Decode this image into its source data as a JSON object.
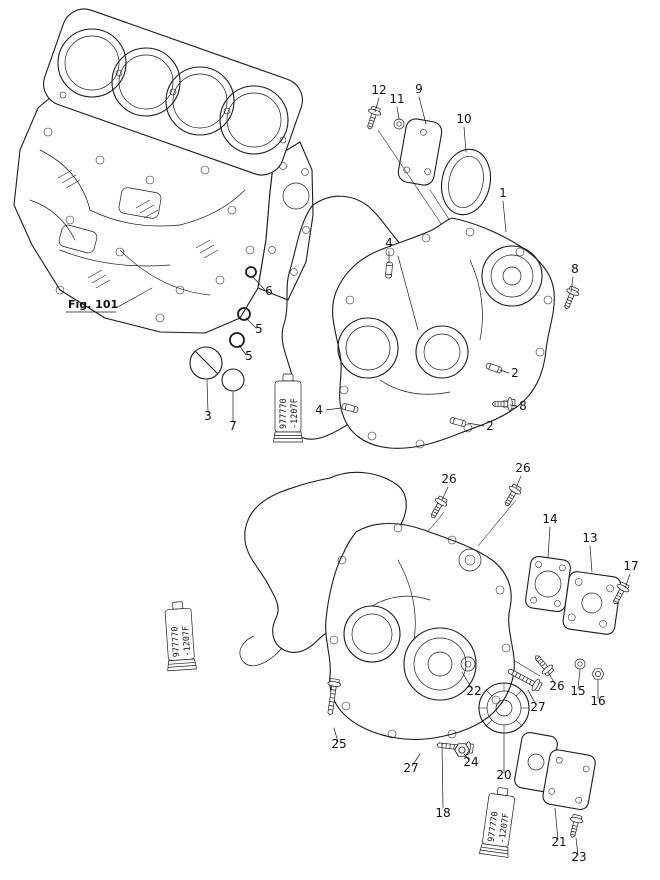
{
  "figure": {
    "label": "Fig. 101",
    "sealant_tube": {
      "line1": "977770",
      "line2": "-1207F"
    }
  },
  "callouts": [
    {
      "n": "12"
    },
    {
      "n": "11"
    },
    {
      "n": "9"
    },
    {
      "n": "10"
    },
    {
      "n": "1"
    },
    {
      "n": "8"
    },
    {
      "n": "4"
    },
    {
      "n": "6"
    },
    {
      "n": "5"
    },
    {
      "n": "5"
    },
    {
      "n": "3"
    },
    {
      "n": "7"
    },
    {
      "n": "2"
    },
    {
      "n": "8"
    },
    {
      "n": "4"
    },
    {
      "n": "2"
    },
    {
      "n": "26"
    },
    {
      "n": "26"
    },
    {
      "n": "14"
    },
    {
      "n": "13"
    },
    {
      "n": "17"
    },
    {
      "n": "26"
    },
    {
      "n": "15"
    },
    {
      "n": "16"
    },
    {
      "n": "27"
    },
    {
      "n": "22"
    },
    {
      "n": "25"
    },
    {
      "n": "27"
    },
    {
      "n": "24"
    },
    {
      "n": "20"
    },
    {
      "n": "18"
    },
    {
      "n": "21"
    },
    {
      "n": "23"
    }
  ]
}
